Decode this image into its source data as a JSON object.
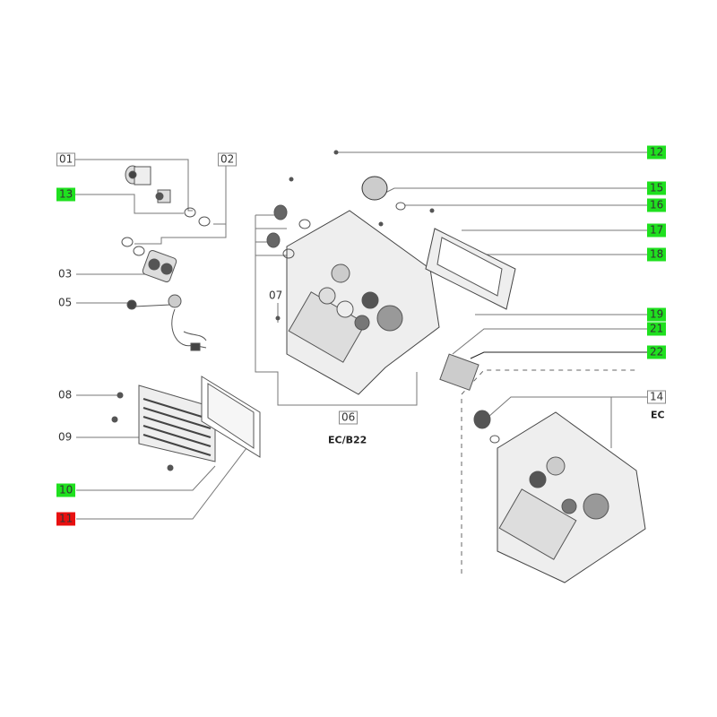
{
  "labels": {
    "p01": "01",
    "p02": "02",
    "p03": "03",
    "p05": "05",
    "p06": "06",
    "p07": "07",
    "p08": "08",
    "p09": "09",
    "p10": "10",
    "p11": "11",
    "p12": "12",
    "p13": "13",
    "p14": "14",
    "p15": "15",
    "p16": "16",
    "p17": "17",
    "p18": "18",
    "p19": "19",
    "p21": "21",
    "p22": "22"
  },
  "variants": {
    "main": "EC/B22",
    "alt": "EC"
  },
  "colors": {
    "available": "#1fe01f",
    "unavailable": "#e81010",
    "line": "#666666"
  }
}
